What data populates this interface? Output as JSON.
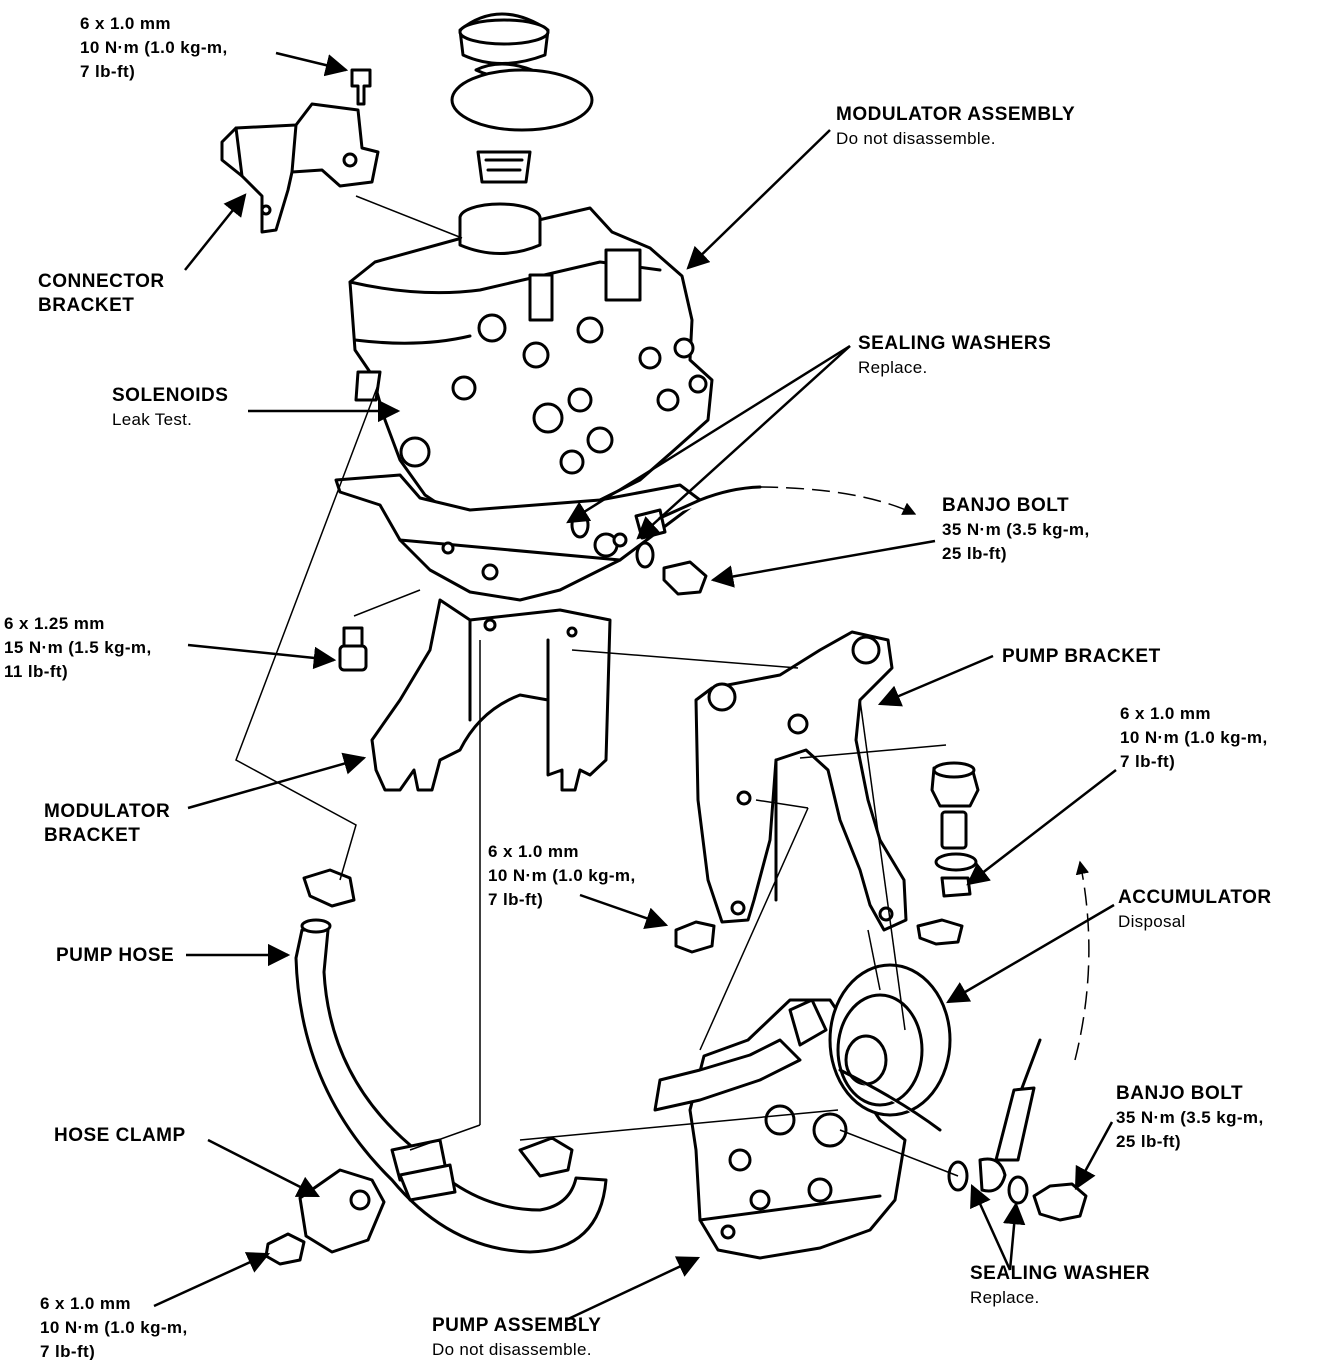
{
  "diagram": {
    "callouts": [
      {
        "id": "top-bolt-spec",
        "lines": [
          {
            "text": "6 x 1.0 mm",
            "style": "spec"
          },
          {
            "text": "10 N·m (1.0 kg-m,",
            "style": "spec"
          },
          {
            "text": "7 lb-ft)",
            "style": "spec"
          }
        ]
      },
      {
        "id": "connector-bracket",
        "lines": [
          {
            "text": "CONNECTOR",
            "style": "title"
          },
          {
            "text": "BRACKET",
            "style": "title"
          }
        ]
      },
      {
        "id": "modulator-assembly",
        "lines": [
          {
            "text": "MODULATOR ASSEMBLY",
            "style": "title"
          },
          {
            "text": "Do not disassemble.",
            "style": "note"
          }
        ]
      },
      {
        "id": "sealing-washers",
        "lines": [
          {
            "text": "SEALING WASHERS",
            "style": "title"
          },
          {
            "text": "Replace.",
            "style": "note"
          }
        ]
      },
      {
        "id": "solenoids",
        "lines": [
          {
            "text": "SOLENOIDS",
            "style": "title"
          },
          {
            "text": "Leak Test.",
            "style": "note"
          }
        ]
      },
      {
        "id": "banjo-bolt-upper",
        "lines": [
          {
            "text": "BANJO BOLT",
            "style": "title"
          },
          {
            "text": "35 N·m (3.5 kg-m,",
            "style": "spec"
          },
          {
            "text": "25 lb-ft)",
            "style": "spec"
          }
        ]
      },
      {
        "id": "bracket-bolt-spec",
        "lines": [
          {
            "text": "6 x 1.25 mm",
            "style": "spec"
          },
          {
            "text": "15 N·m (1.5 kg-m,",
            "style": "spec"
          },
          {
            "text": "11 lb-ft)",
            "style": "spec"
          }
        ]
      },
      {
        "id": "pump-bracket",
        "lines": [
          {
            "text": "PUMP BRACKET",
            "style": "title"
          }
        ]
      },
      {
        "id": "pump-bracket-bolt-spec",
        "lines": [
          {
            "text": "6 x 1.0 mm",
            "style": "spec"
          },
          {
            "text": "10 N·m (1.0 kg-m,",
            "style": "spec"
          },
          {
            "text": "7 lb-ft)",
            "style": "spec"
          }
        ]
      },
      {
        "id": "modulator-bracket",
        "lines": [
          {
            "text": "MODULATOR",
            "style": "title"
          },
          {
            "text": "BRACKET",
            "style": "title"
          }
        ]
      },
      {
        "id": "middle-bolt-spec",
        "lines": [
          {
            "text": "6 x 1.0 mm",
            "style": "spec"
          },
          {
            "text": "10 N·m (1.0 kg-m,",
            "style": "spec"
          },
          {
            "text": "7 lb-ft)",
            "style": "spec"
          }
        ]
      },
      {
        "id": "accumulator",
        "lines": [
          {
            "text": "ACCUMULATOR",
            "style": "title"
          },
          {
            "text": "Disposal",
            "style": "note"
          }
        ]
      },
      {
        "id": "pump-hose",
        "lines": [
          {
            "text": "PUMP HOSE",
            "style": "title"
          }
        ]
      },
      {
        "id": "hose-clamp",
        "lines": [
          {
            "text": "HOSE CLAMP",
            "style": "title"
          }
        ]
      },
      {
        "id": "banjo-bolt-lower",
        "lines": [
          {
            "text": "BANJO BOLT",
            "style": "title"
          },
          {
            "text": "35 N·m (3.5 kg-m,",
            "style": "spec"
          },
          {
            "text": "25 lb-ft)",
            "style": "spec"
          }
        ]
      },
      {
        "id": "sealing-washer",
        "lines": [
          {
            "text": "SEALING WASHER",
            "style": "title"
          },
          {
            "text": "Replace.",
            "style": "note"
          }
        ]
      },
      {
        "id": "clamp-bolt-spec",
        "lines": [
          {
            "text": "6 x 1.0 mm",
            "style": "spec"
          },
          {
            "text": "10 N·m (1.0 kg-m,",
            "style": "spec"
          },
          {
            "text": "7 lb-ft)",
            "style": "spec"
          }
        ]
      },
      {
        "id": "pump-assembly",
        "lines": [
          {
            "text": "PUMP ASSEMBLY",
            "style": "title"
          },
          {
            "text": "Do not disassemble.",
            "style": "note"
          }
        ]
      }
    ]
  }
}
